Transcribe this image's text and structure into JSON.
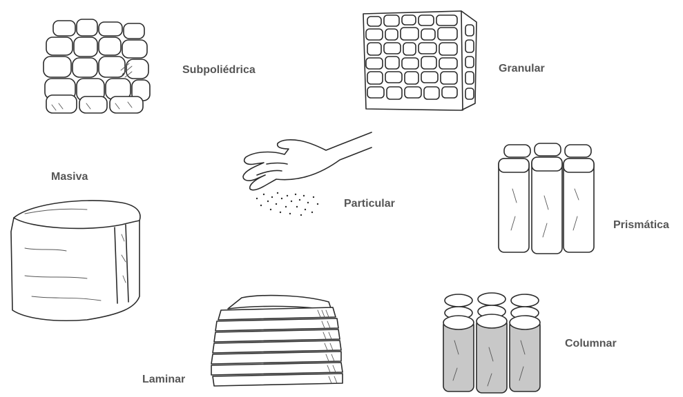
{
  "labels": {
    "subpoliedrica": "Subpoliédrica",
    "granular": "Granular",
    "masiva": "Masiva",
    "particular": "Particular",
    "prismatica": "Prismática",
    "laminar": "Laminar",
    "columnar": "Columnar"
  },
  "colors": {
    "label": "#555555",
    "ink": "#2a2a2a",
    "column_fill": "#c8c8c8"
  }
}
